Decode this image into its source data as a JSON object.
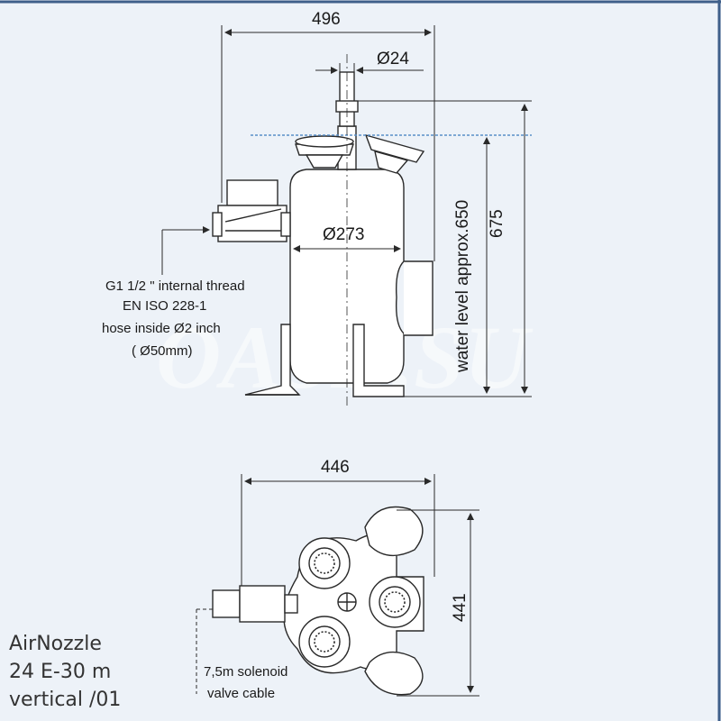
{
  "side_view": {
    "dim_width": "496",
    "dim_inlet_diameter": "Ø24",
    "dim_body_diameter": "Ø273",
    "dim_height": "675",
    "water_level": "water level approx.650",
    "thread_note": [
      "G1 1/2 \" internal thread",
      "EN ISO 228-1",
      "hose inside Ø2 inch",
      "( Ø50mm)"
    ]
  },
  "top_view": {
    "dim_width": "446",
    "dim_depth": "441",
    "cable_note": [
      "7,5m solenoid",
      "valve cable"
    ]
  },
  "product": {
    "lines": [
      "AirNozzle",
      "24 E-30 m",
      "vertical /01"
    ]
  },
  "watermark": "OASE.SU",
  "colors": {
    "background": "#edf2f8",
    "line": "#2a2a2a",
    "water_line": "#5a8fc8",
    "frame": "#3f5f8a",
    "watermark": "#ffffff"
  }
}
